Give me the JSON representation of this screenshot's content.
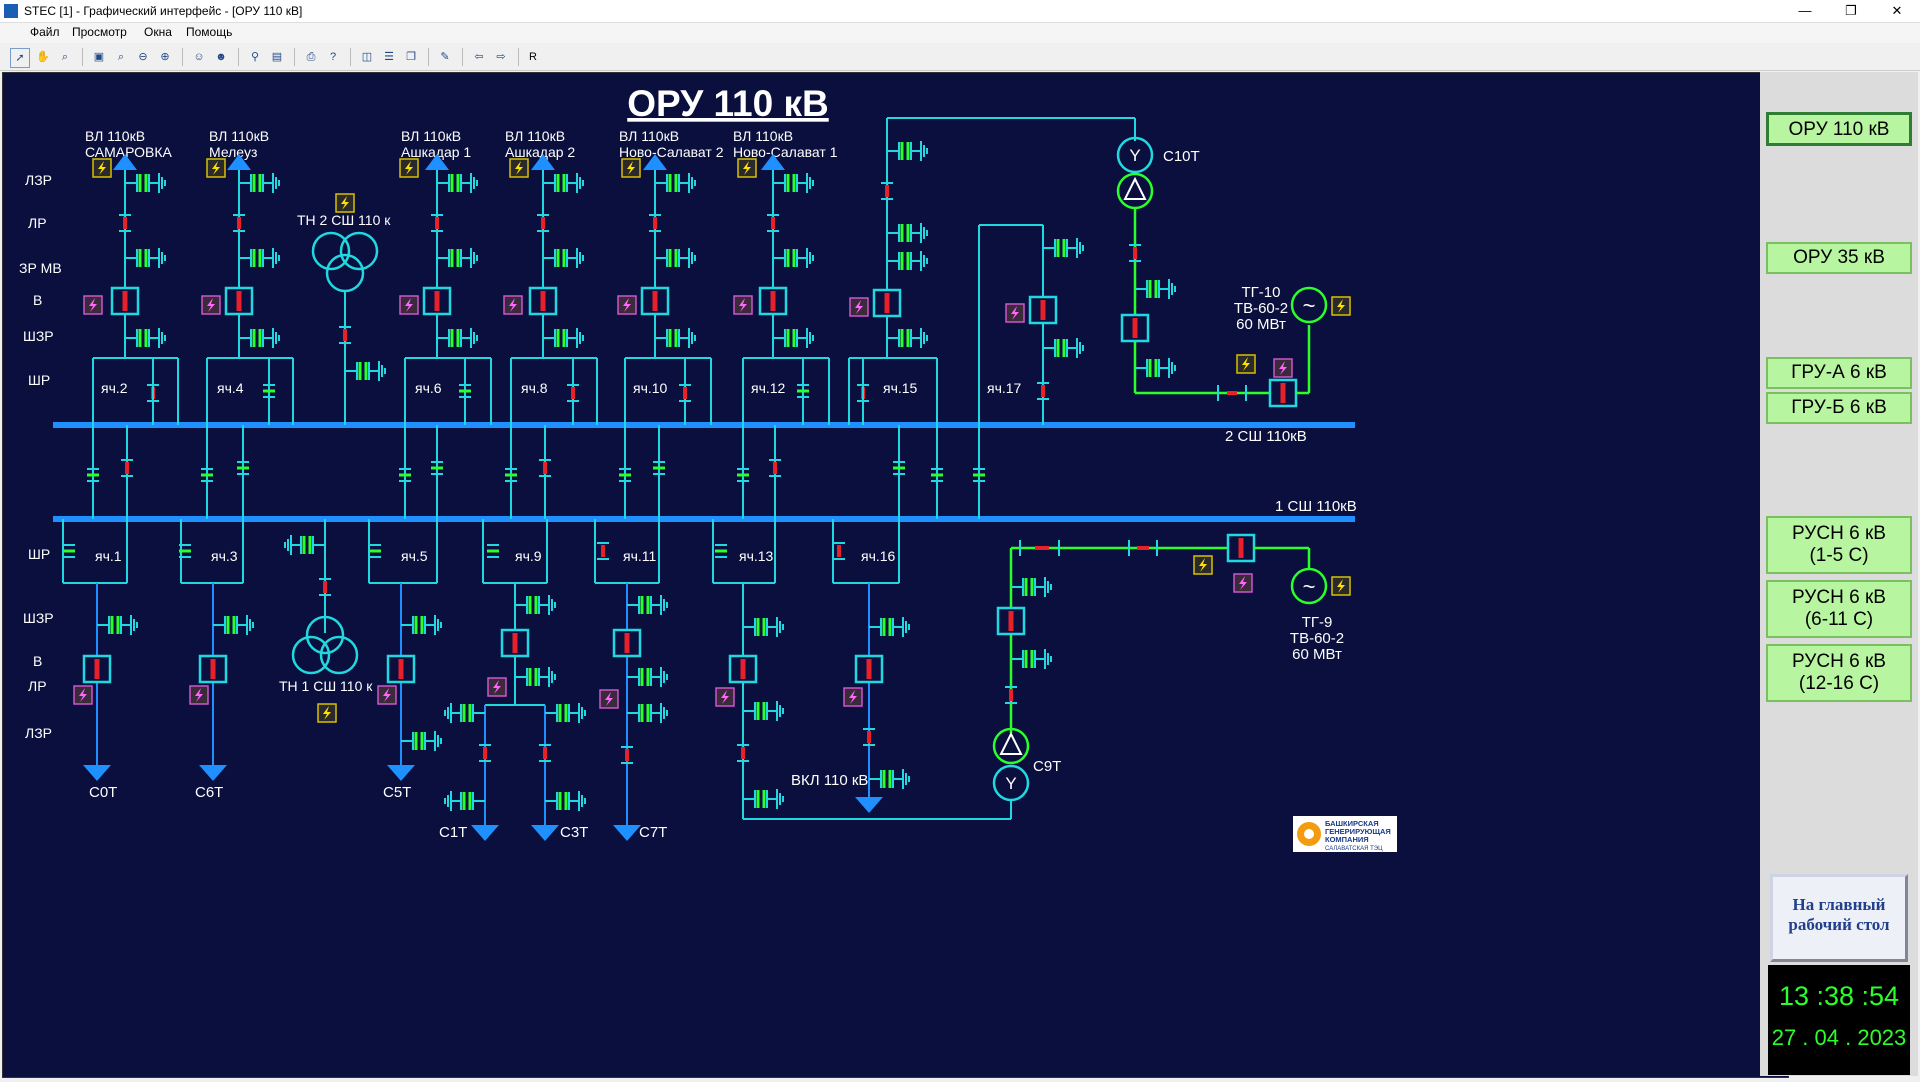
{
  "window": {
    "title": "STEC [1] - Графический интерфейс - [ОРУ 110 кВ]",
    "minimize": "—",
    "restore": "❐",
    "close": "✕"
  },
  "menu": [
    "Файл",
    "Просмотр",
    "Окна",
    "Помощь"
  ],
  "scheme": {
    "title": "ОРУ 110 кВ",
    "bus2": "2 СШ 110кВ",
    "bus1": "1 СШ 110кВ",
    "row_labels_top": [
      "ЛЗР",
      "ЛР",
      "ЗР МВ",
      "В",
      "ШЗР",
      "ШР"
    ],
    "row_labels_bottom": [
      "ШР",
      "ШЗР",
      "В",
      "ЛР",
      "ЛЗР"
    ],
    "lines": [
      {
        "l1": "ВЛ 110кВ",
        "l2": "САМАРОВКА"
      },
      {
        "l1": "ВЛ 110кВ",
        "l2": "Мелеуз"
      },
      {
        "l1": "ВЛ 110кВ",
        "l2": "Ашкадар 1"
      },
      {
        "l1": "ВЛ 110кВ",
        "l2": "Ашкадар 2"
      },
      {
        "l1": "ВЛ 110кВ",
        "l2": "Ново-Салават 2"
      },
      {
        "l1": "ВЛ 110кВ",
        "l2": "Ново-Салават 1"
      }
    ],
    "cells_top": [
      "яч.2",
      "яч.4",
      "яч.6",
      "яч.8",
      "яч.10",
      "яч.12",
      "яч.15",
      "яч.17"
    ],
    "cells_bottom": [
      "яч.1",
      "яч.3",
      "яч.5",
      "яч.9",
      "яч.11",
      "яч.13",
      "яч.16"
    ],
    "tn2": "ТН 2 СШ 110 к",
    "tn1": "ТН 1 СШ 110 к",
    "c10t": "С10Т",
    "c9t": "С9Т",
    "tg10": {
      "name": "ТГ-10",
      "type": "ТВ-60-2",
      "power": "60 МВт"
    },
    "tg9": {
      "name": "ТГ-9",
      "type": "ТВ-60-2",
      "power": "60 МВт"
    },
    "feeders": [
      "С0Т",
      "С6Т",
      "С5Т",
      "С1Т",
      "С3Т",
      "С7Т"
    ],
    "vkl": "ВКЛ 110 кВ",
    "logo": {
      "l1": "БАШКИРСКАЯ",
      "l2": "ГЕНЕРИРУЮЩАЯ",
      "l3": "КОМПАНИЯ",
      "l4": "САЛАВАТСКАЯ ТЭЦ"
    }
  },
  "sidebar": {
    "buttons": [
      "ОРУ 110 кВ",
      "ОРУ 35 кВ",
      "ГРУ-А 6 кВ",
      "ГРУ-Б 6 кВ"
    ],
    "rusn": [
      {
        "l1": "РУСН 6 кВ",
        "l2": "(1-5 С)"
      },
      {
        "l1": "РУСН 6 кВ",
        "l2": "(6-11 С)"
      },
      {
        "l1": "РУСН 6 кВ",
        "l2": "(12-16 С)"
      }
    ],
    "home": {
      "l1": "На главный",
      "l2": "рабочий стол"
    },
    "time": "13 :38 :54",
    "date": "27 . 04 . 2023"
  },
  "colors": {
    "background": "#0a0f3d",
    "bus": "#1e90ff",
    "line": "#22d8e0",
    "breaker_closed": "#e8202a",
    "generator_line": "#2bff2b",
    "active_button": "#b8f5a0"
  }
}
